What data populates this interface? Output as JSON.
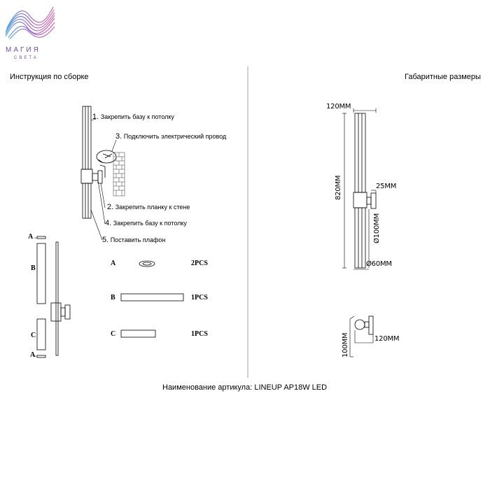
{
  "logo": {
    "word": "МАГИЯ",
    "sub": "СВЕТА",
    "colors": [
      "#e25aa5",
      "#9b5fd0",
      "#4aa3e8"
    ]
  },
  "left_title": "Инструкция по сборке",
  "right_title": "Габаритные размеры",
  "steps": [
    {
      "num": "1.",
      "text": "Закрепить базу к потолку"
    },
    {
      "num": "3.",
      "text": "Подключить электрический провод"
    },
    {
      "num": "2.",
      "text": "Закрепить планку к стене"
    },
    {
      "num": "4.",
      "text": "Закрепить базу к потолку"
    },
    {
      "num": "5.",
      "text": "Поставить плафон"
    }
  ],
  "part_letters": {
    "a_top": "A",
    "b": "B",
    "c": "C",
    "a_bottom": "A"
  },
  "parts_list": [
    {
      "letter": "A",
      "qty": "2PCS"
    },
    {
      "letter": "B",
      "qty": "1PCS"
    },
    {
      "letter": "C",
      "qty": "1PCS"
    }
  ],
  "dimensions": {
    "top_width": "120MM",
    "height": "820MM",
    "base": "25MM",
    "base_dia": "Ø100MM",
    "tube_dia": "Ø60MM",
    "side_width": "120MM",
    "side_height": "100MM"
  },
  "article": "Наименование артикула: LINEUP AP18W LED",
  "colors": {
    "line": "#000000",
    "divider": "#888888",
    "brick": "#555555"
  }
}
